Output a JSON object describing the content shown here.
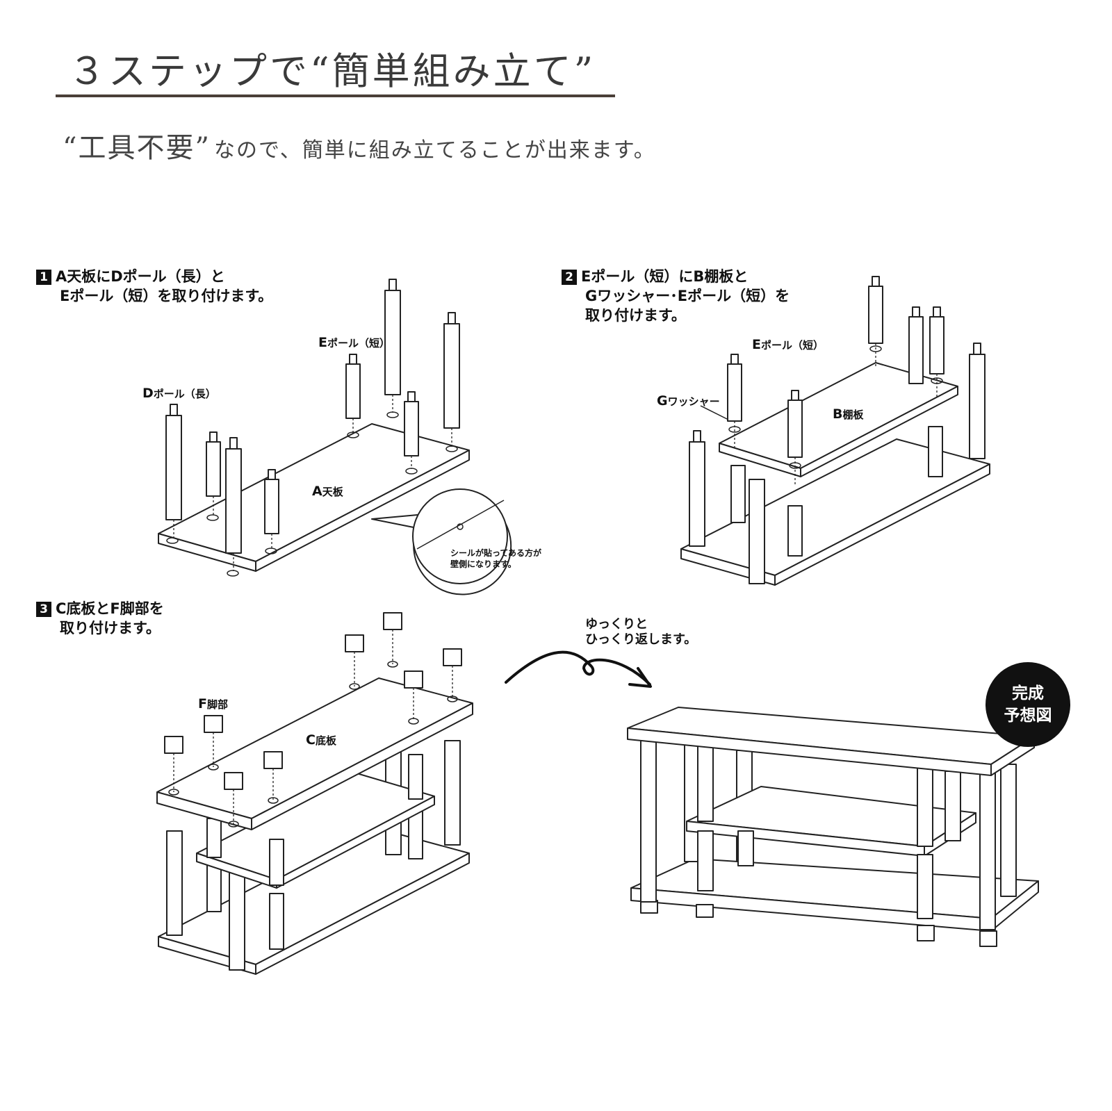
{
  "header": {
    "title": "３ステップで“簡単組み立て”",
    "subtitle_em": "“工具不要”",
    "subtitle_rest": "なので、簡単に組み立てることが出来ます。"
  },
  "steps": [
    {
      "number": "1",
      "line1": "A天板にDポール（長）と",
      "line2": "Eポール（短）を取り付けます。"
    },
    {
      "number": "2",
      "line1": "Eポール（短）にB棚板と",
      "line2": "Gワッシャー･Eポール（短）を",
      "line3": "取り付けます。"
    },
    {
      "number": "3",
      "line1": "C底板とF脚部を",
      "line2": "取り付けます。"
    }
  ],
  "labels": {
    "d_pole": {
      "letter": "D",
      "text": "ポール（長）"
    },
    "e_pole_1": {
      "letter": "E",
      "text": "ポール（短）"
    },
    "a_top": {
      "letter": "A",
      "text": "天板"
    },
    "e_pole_2": {
      "letter": "E",
      "text": "ポール（短）"
    },
    "g_washer": {
      "letter": "G",
      "text": "ワッシャー"
    },
    "b_shelf": {
      "letter": "B",
      "text": "棚板"
    },
    "f_leg": {
      "letter": "F",
      "text": "脚部"
    },
    "c_bottom": {
      "letter": "C",
      "text": "底板"
    }
  },
  "notes": {
    "seal_line1": "シールが貼ってある方が",
    "seal_line2": "壁側になります。",
    "flip_line1": "ゆっくりと",
    "flip_line2": "ひっくり返します。"
  },
  "badge": {
    "line1": "完成",
    "line2": "予想図"
  }
}
